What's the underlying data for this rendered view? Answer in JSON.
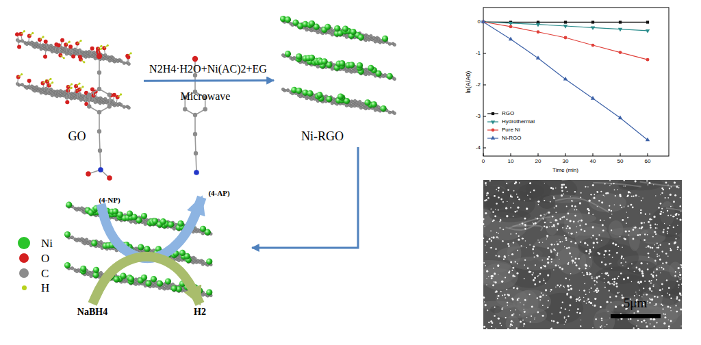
{
  "diagram": {
    "nodes": [
      {
        "text": [
          "GO"
        ]
      },
      {
        "text": [
          "Ni-RGO"
        ]
      },
      {
        "text": [
          "(4-NP)"
        ]
      },
      {
        "text": [
          "(4-AP)"
        ]
      },
      {
        "text": [
          "NaBH4"
        ]
      },
      {
        "text": [
          "H2"
        ]
      }
    ],
    "edges": [
      {
        "from": 0,
        "to": 1,
        "label": "N2H4·H2O+Ni(AC)2+EG",
        "arrow": "to"
      },
      {
        "from": 2,
        "to": 3,
        "arrow": "to"
      },
      {
        "from": 4,
        "to": 5,
        "arrow": "to"
      }
    ],
    "labels": [
      "Microwave",
      "0",
      "-1",
      "-2",
      "-3",
      "-4",
      "0",
      "10",
      "20",
      "30",
      "40",
      "50",
      "60",
      "ln(A/A0)",
      "Time (min)",
      "5μm"
    ],
    "legend": [
      {
        "text": "Ni",
        "color": "#2bc42b"
      },
      {
        "text": "O",
        "color": "#d42020"
      },
      {
        "text": "C",
        "color": "#8c8c8c"
      },
      {
        "text": "H",
        "color": "#b7d11c"
      },
      {
        "text": "RGO"
      },
      {
        "text": "Hydrothermal"
      },
      {
        "text": "Pure Ni"
      },
      {
        "text": "Ni-RGO"
      }
    ]
  }
}
